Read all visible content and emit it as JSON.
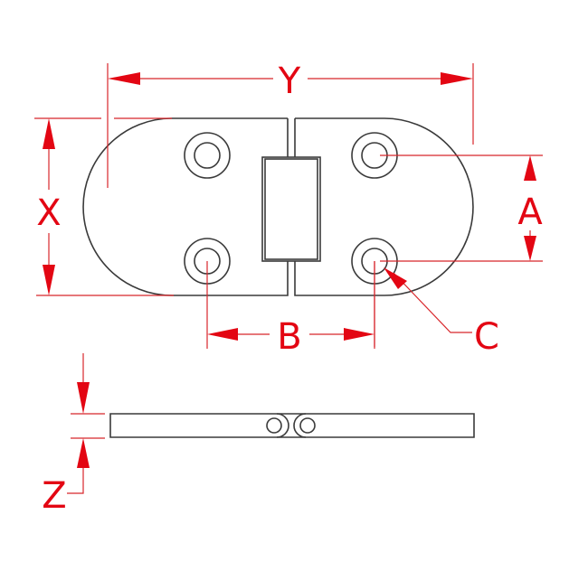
{
  "diagram": {
    "type": "technical-drawing",
    "subject": "flush hinge with oval leaves, top and side views",
    "colors": {
      "part_outline": "#3a3a3a",
      "dimension": "#e30613",
      "background": "#ffffff"
    },
    "dimensions": {
      "Y": {
        "label": "Y",
        "meaning": "overall length"
      },
      "X": {
        "label": "X",
        "meaning": "overall width"
      },
      "A": {
        "label": "A",
        "meaning": "hole spacing (vertical)"
      },
      "B": {
        "label": "B",
        "meaning": "hole spacing (horizontal, across hinge)"
      },
      "C": {
        "label": "C",
        "meaning": "hole diameter"
      },
      "Z": {
        "label": "Z",
        "meaning": "thickness"
      }
    },
    "views": [
      "top view",
      "side view"
    ]
  }
}
